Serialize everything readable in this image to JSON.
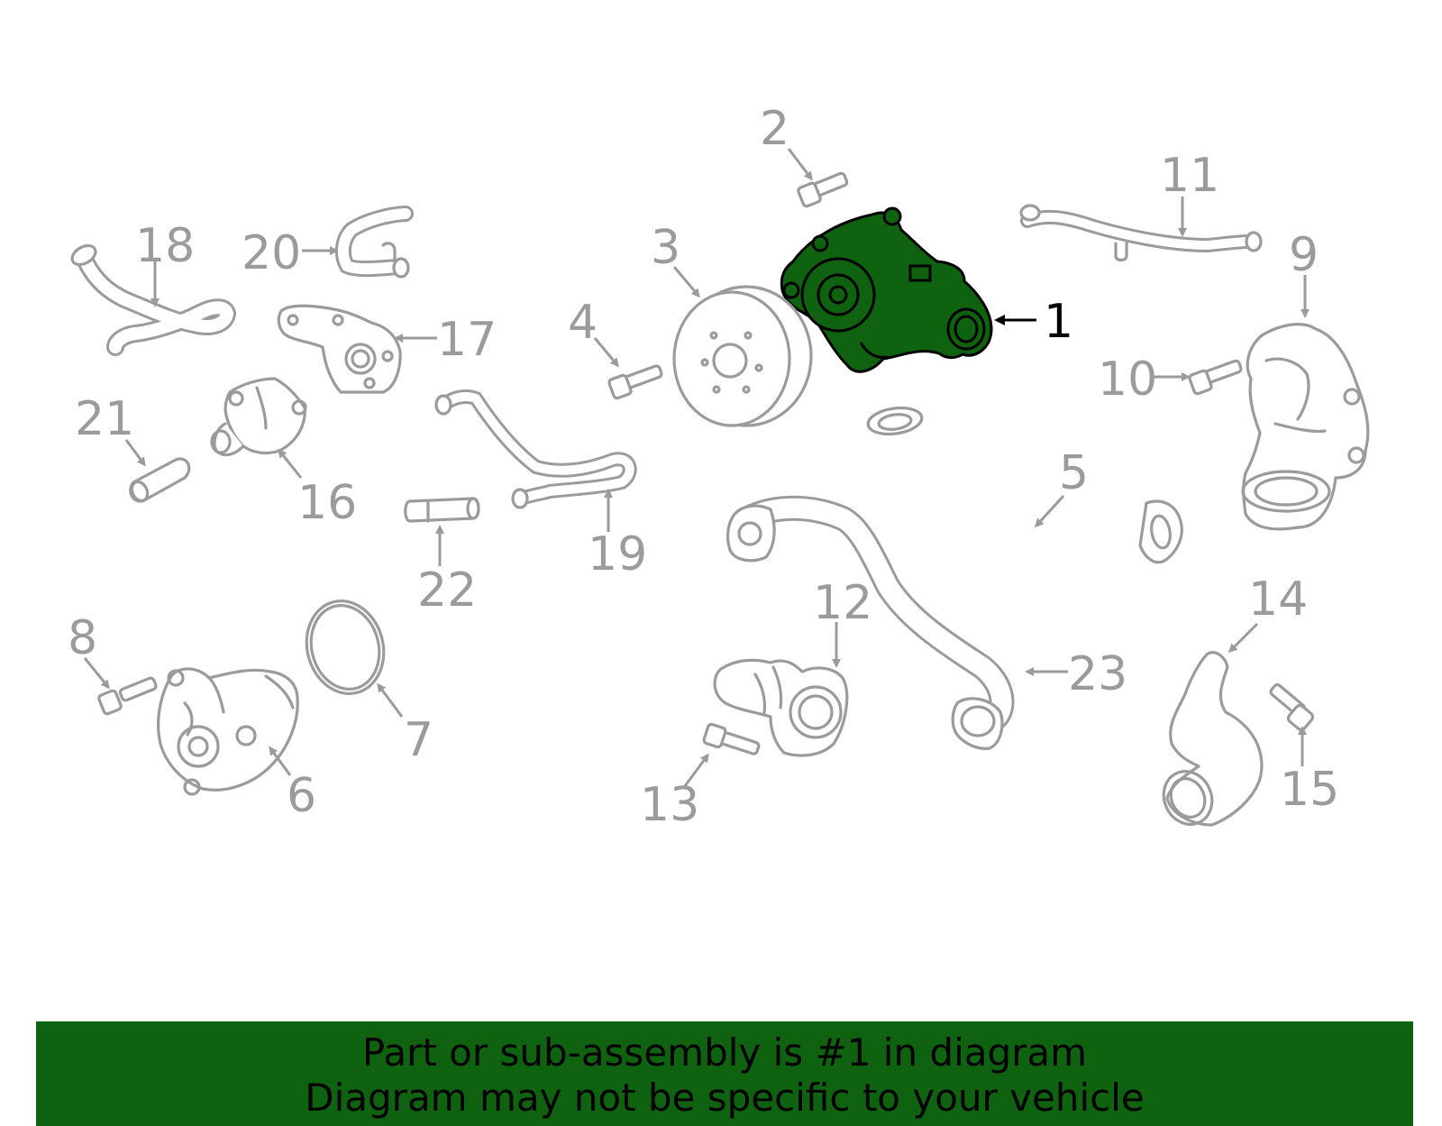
{
  "highlight_color": "#0f620f",
  "part_stroke_color": "#9b9b9b",
  "highlighted_part": "1",
  "callouts": [
    "1",
    "2",
    "3",
    "4",
    "5",
    "6",
    "7",
    "8",
    "9",
    "10",
    "11",
    "12",
    "13",
    "14",
    "15",
    "16",
    "17",
    "18",
    "19",
    "20",
    "21",
    "22",
    "23"
  ],
  "banner": {
    "line1": "Part or sub-assembly is #1 in diagram",
    "line2": "Diagram may not be specific to your vehicle"
  }
}
